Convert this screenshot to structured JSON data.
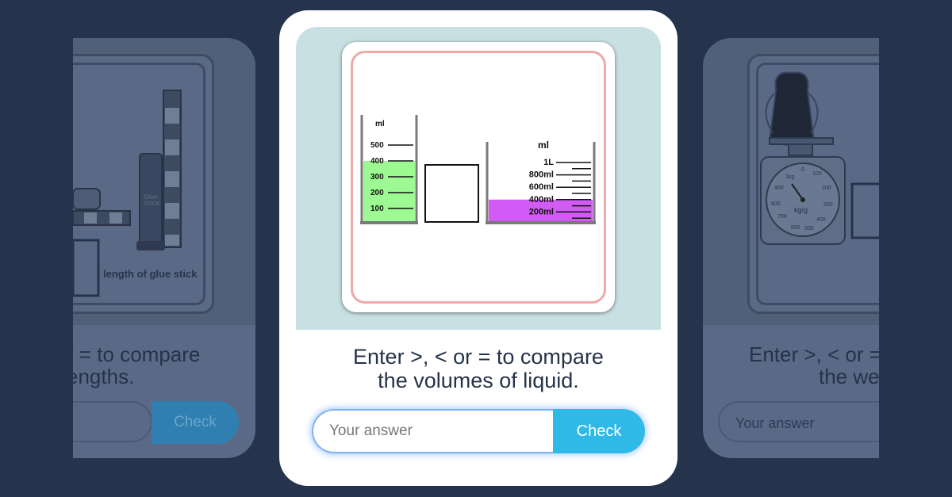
{
  "left_card": {
    "picture_label": "length of glue stick",
    "glue_label_1": "Glue",
    "glue_label_2": "STICK",
    "prompt_line1": "r = to compare",
    "prompt_line2": "engths.",
    "check_label": "Check"
  },
  "main_card": {
    "prompt_line1": "Enter >, < or = to compare",
    "prompt_line2": "the volumes of liquid.",
    "answer_placeholder": "Your answer",
    "check_label": "Check",
    "left_beaker": {
      "unit": "ml",
      "ticks": [
        "500",
        "400",
        "300",
        "200",
        "100"
      ],
      "liquid_level_ml": 400,
      "liquid_color": "#9dfa92"
    },
    "right_beaker": {
      "unit": "ml",
      "ticks": [
        "1L",
        "800ml",
        "600ml",
        "400ml",
        "200ml"
      ],
      "liquid_level_ml": 400,
      "liquid_color": "#d25bf5"
    }
  },
  "right_card": {
    "scale_unit": "kg/g",
    "scale_marks": [
      "0",
      "100",
      "200",
      "300",
      "400",
      "500",
      "600",
      "700",
      "800",
      "900",
      "1kg"
    ],
    "prompt_line1": "Enter >, < or =",
    "prompt_line2": "the we",
    "answer_placeholder": "Your answer"
  },
  "colors": {
    "background": "#26334d",
    "accent": "#2fb9e6",
    "frame_pink": "#f0a8a8"
  }
}
